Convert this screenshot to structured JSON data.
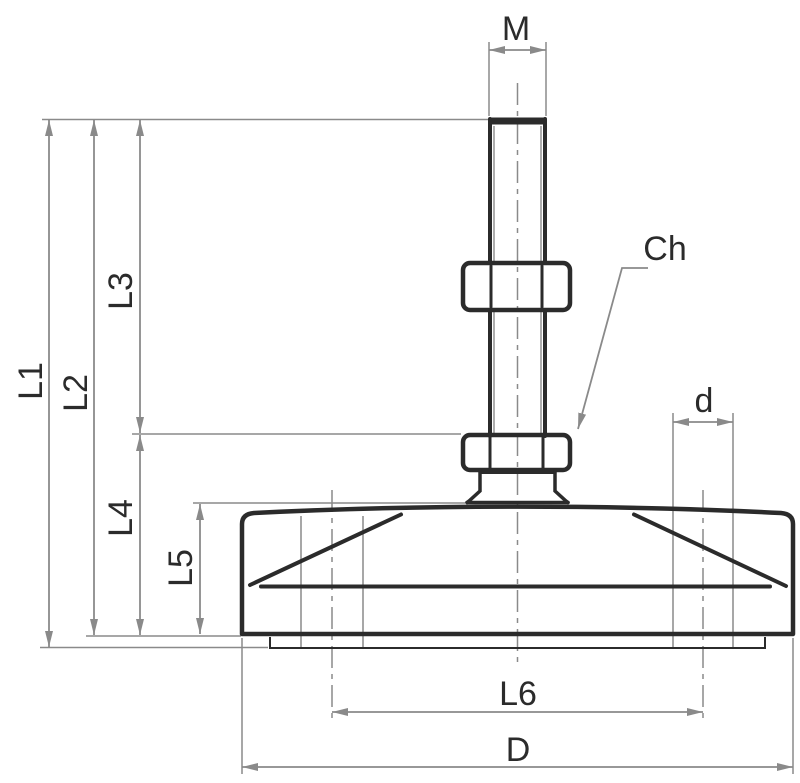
{
  "diagram": {
    "type": "technical-drawing",
    "subject": "adjustable leveling foot, side elevation with dimension callouts",
    "colors": {
      "background": "#ffffff",
      "outline": "#2b2b2b",
      "dimension": "#8a8a8a",
      "label": "#2b2b2b"
    },
    "labels": {
      "thread": "M",
      "chamfer": "Ch",
      "hole_diameter": "d",
      "l1": "L1",
      "l2": "L2",
      "l3": "L3",
      "l4": "L4",
      "l5": "L5",
      "l6": "L6",
      "base_diameter": "D"
    }
  }
}
